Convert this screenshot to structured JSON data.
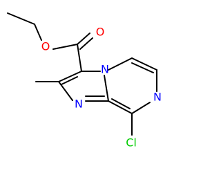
{
  "molecule": {
    "atoms": [
      {
        "id": "o_ether",
        "symbol": "O",
        "color": "#ff0000"
      },
      {
        "id": "o_carbonyl",
        "symbol": "O",
        "color": "#ff0000"
      },
      {
        "id": "n_bridge",
        "symbol": "N",
        "color": "#0000ff"
      },
      {
        "id": "n_pyrazine",
        "symbol": "N",
        "color": "#0000ff"
      },
      {
        "id": "n_imidazole",
        "symbol": "N",
        "color": "#0000ff"
      },
      {
        "id": "cl",
        "symbol": "Cl",
        "color": "#00cc00"
      }
    ],
    "bond_color": "#000000"
  }
}
